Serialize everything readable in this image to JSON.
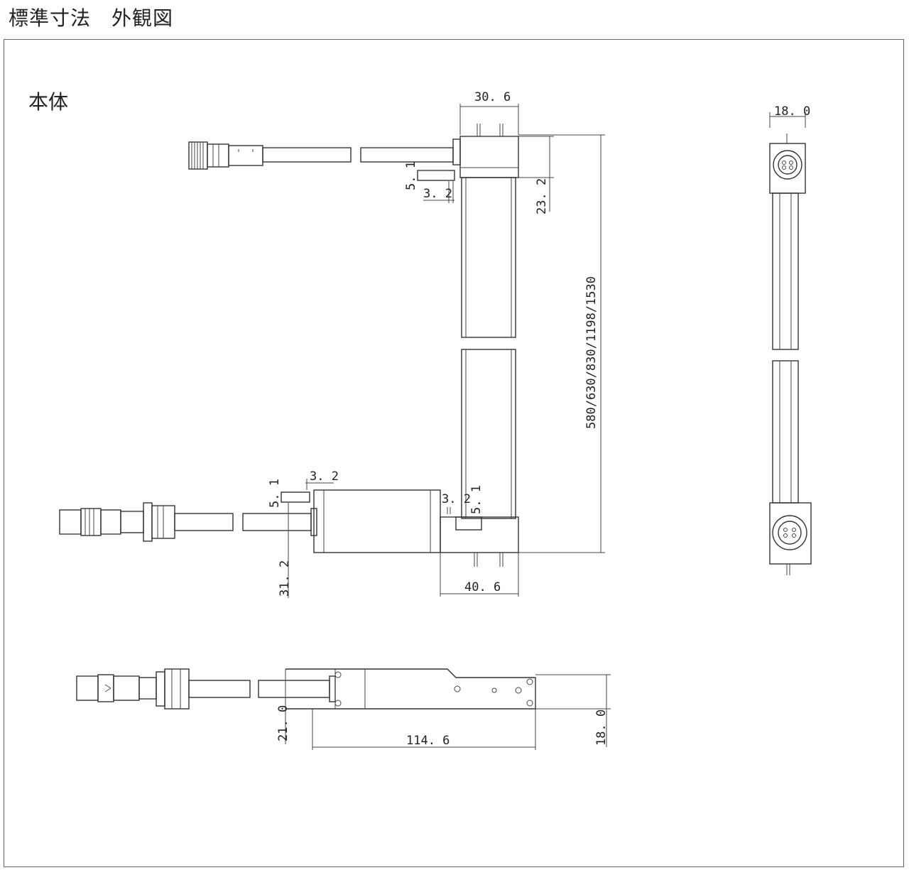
{
  "title": "標準寸法　外観図",
  "section": "本体",
  "dims": {
    "top_width": "30. 6",
    "cable_h1": "5. 1",
    "cable_w1": "3. 2",
    "head_height": "23. 2",
    "length": "580/630/830/1198/1530",
    "side_width": "18. 0",
    "lower_w1": "3. 2",
    "lower_h1": "5. 1",
    "lower_w2": "3. 2",
    "lower_h2": "5. 1",
    "lower_height": "31. 2",
    "foot_width": "40. 6",
    "bottom_height": "21. 0",
    "bottom_length": "114. 6",
    "bottom_thickness": "18. 0"
  }
}
